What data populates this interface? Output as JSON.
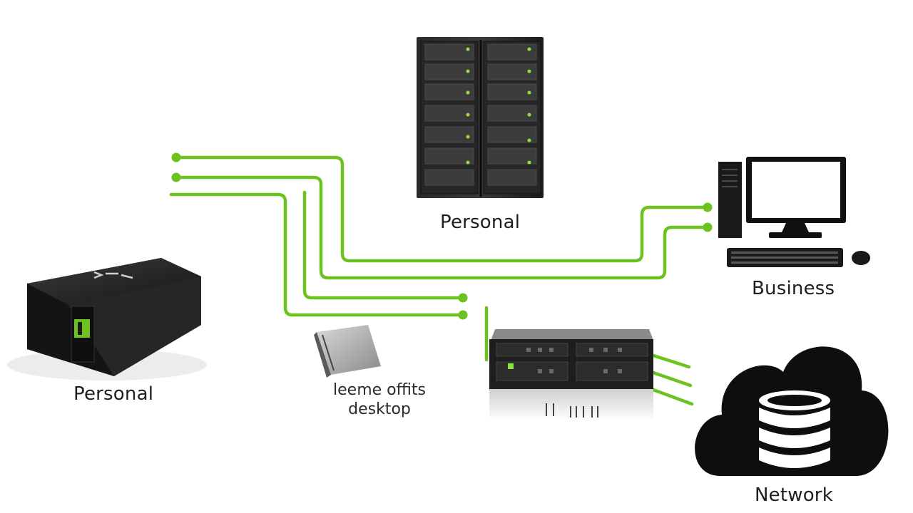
{
  "diagram": {
    "nodes": {
      "server_rack": {
        "label": "Personal"
      },
      "nas_box": {
        "label": "Personal"
      },
      "workstation": {
        "label": "Business"
      },
      "cloud_storage": {
        "label": "Network"
      },
      "desktop_drive": {
        "label_line1": "leeme offits",
        "label_line2": "desktop"
      },
      "rack_switch": {
        "label": ""
      }
    },
    "colors": {
      "connector": "#6cc31f",
      "device_dark": "#1e1e1e",
      "indicator": "#8ee03c"
    },
    "icons": [
      "server-rack-icon",
      "nas-box-icon",
      "desktop-computer-icon",
      "cloud-database-icon",
      "external-drive-icon",
      "rack-switch-icon"
    ]
  }
}
